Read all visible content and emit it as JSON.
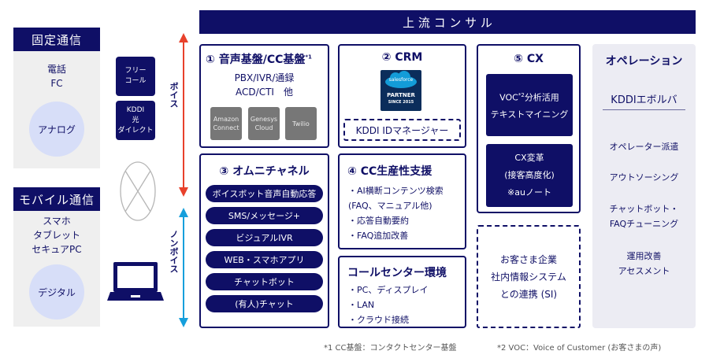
{
  "header": {
    "title": "上 流 コ ン サ ル"
  },
  "segments": {
    "fixed": {
      "title": "固定通信",
      "lines": [
        "電話",
        "FC"
      ],
      "circle_label": "アナログ"
    },
    "mobile": {
      "title": "モバイル通信",
      "lines": [
        "スマホ",
        "タブレット",
        "セキュアPC"
      ],
      "circle_label": "デジタル"
    }
  },
  "voice_services": [
    {
      "lines": [
        "フリー",
        "コール"
      ]
    },
    {
      "lines": [
        "KDDI",
        "光",
        "ダイレクト"
      ]
    }
  ],
  "axis": {
    "voice_label": "ボイス",
    "nonvoice_label": "ノンボイス",
    "voice_color": "#e8412b",
    "nonvoice_color": "#159fdc"
  },
  "boxes": {
    "voice_platform": {
      "title": "① 音声基盤/CC基盤",
      "title_sup": "*1",
      "lines": [
        "PBX/IVR/通録",
        "ACD/CTI　他"
      ],
      "vendors": [
        {
          "lines": [
            "Amazon",
            "Connect"
          ]
        },
        {
          "lines": [
            "Genesys",
            "Cloud"
          ]
        },
        {
          "lines": [
            "Twilio"
          ]
        }
      ]
    },
    "crm": {
      "title": "② CRM",
      "badge": {
        "brand": "salesforce",
        "line1": "PARTNER",
        "line2": "SINCE 2015"
      },
      "id_manager": "KDDI IDマネージャー"
    },
    "omnichannel": {
      "title": "③ オムニチャネル",
      "items": [
        "ボイスボット音声自動応答",
        "SMS/メッセージ+",
        "ビジュアルIVR",
        "WEB・スマホアプリ",
        "チャットボット",
        "(有人)チャット"
      ]
    },
    "productivity": {
      "title": "④ CC生産性支援",
      "bullets": [
        "・AI横断コンテンツ検索",
        "(FAQ、マニュアル他)",
        "・応答自動要約",
        "・FAQ追加改善"
      ]
    },
    "environment": {
      "title": "コールセンター環境",
      "bullets": [
        "・PC、ディスプレイ",
        "・LAN",
        "・クラウド接続"
      ]
    },
    "cx": {
      "title": "⑤ CX",
      "sub1": {
        "line1_pre": "VOC",
        "line1_sup": "*2",
        "line1_post": "分析活用",
        "line2": "テキストマイニング"
      },
      "sub2": {
        "lines": [
          "CX変革",
          "(接客高度化)",
          "※auノート"
        ]
      }
    },
    "si": {
      "lines": [
        "お客さま企業",
        "社内情報システム",
        "との連携 (SI)"
      ]
    }
  },
  "operations": {
    "title": "オペレーション",
    "brand": "KDDIエボルバ",
    "items": [
      [
        "オペレーター派遣"
      ],
      [
        "アウトソーシング"
      ],
      [
        "チャットボット・",
        "FAQチューニング"
      ],
      [
        "運用改善",
        "アセスメント"
      ]
    ]
  },
  "footnotes": [
    "*1 CC基盤：コンタクトセンター基盤",
    "*2 VOC：Voice of Customer (お客さまの声)"
  ]
}
